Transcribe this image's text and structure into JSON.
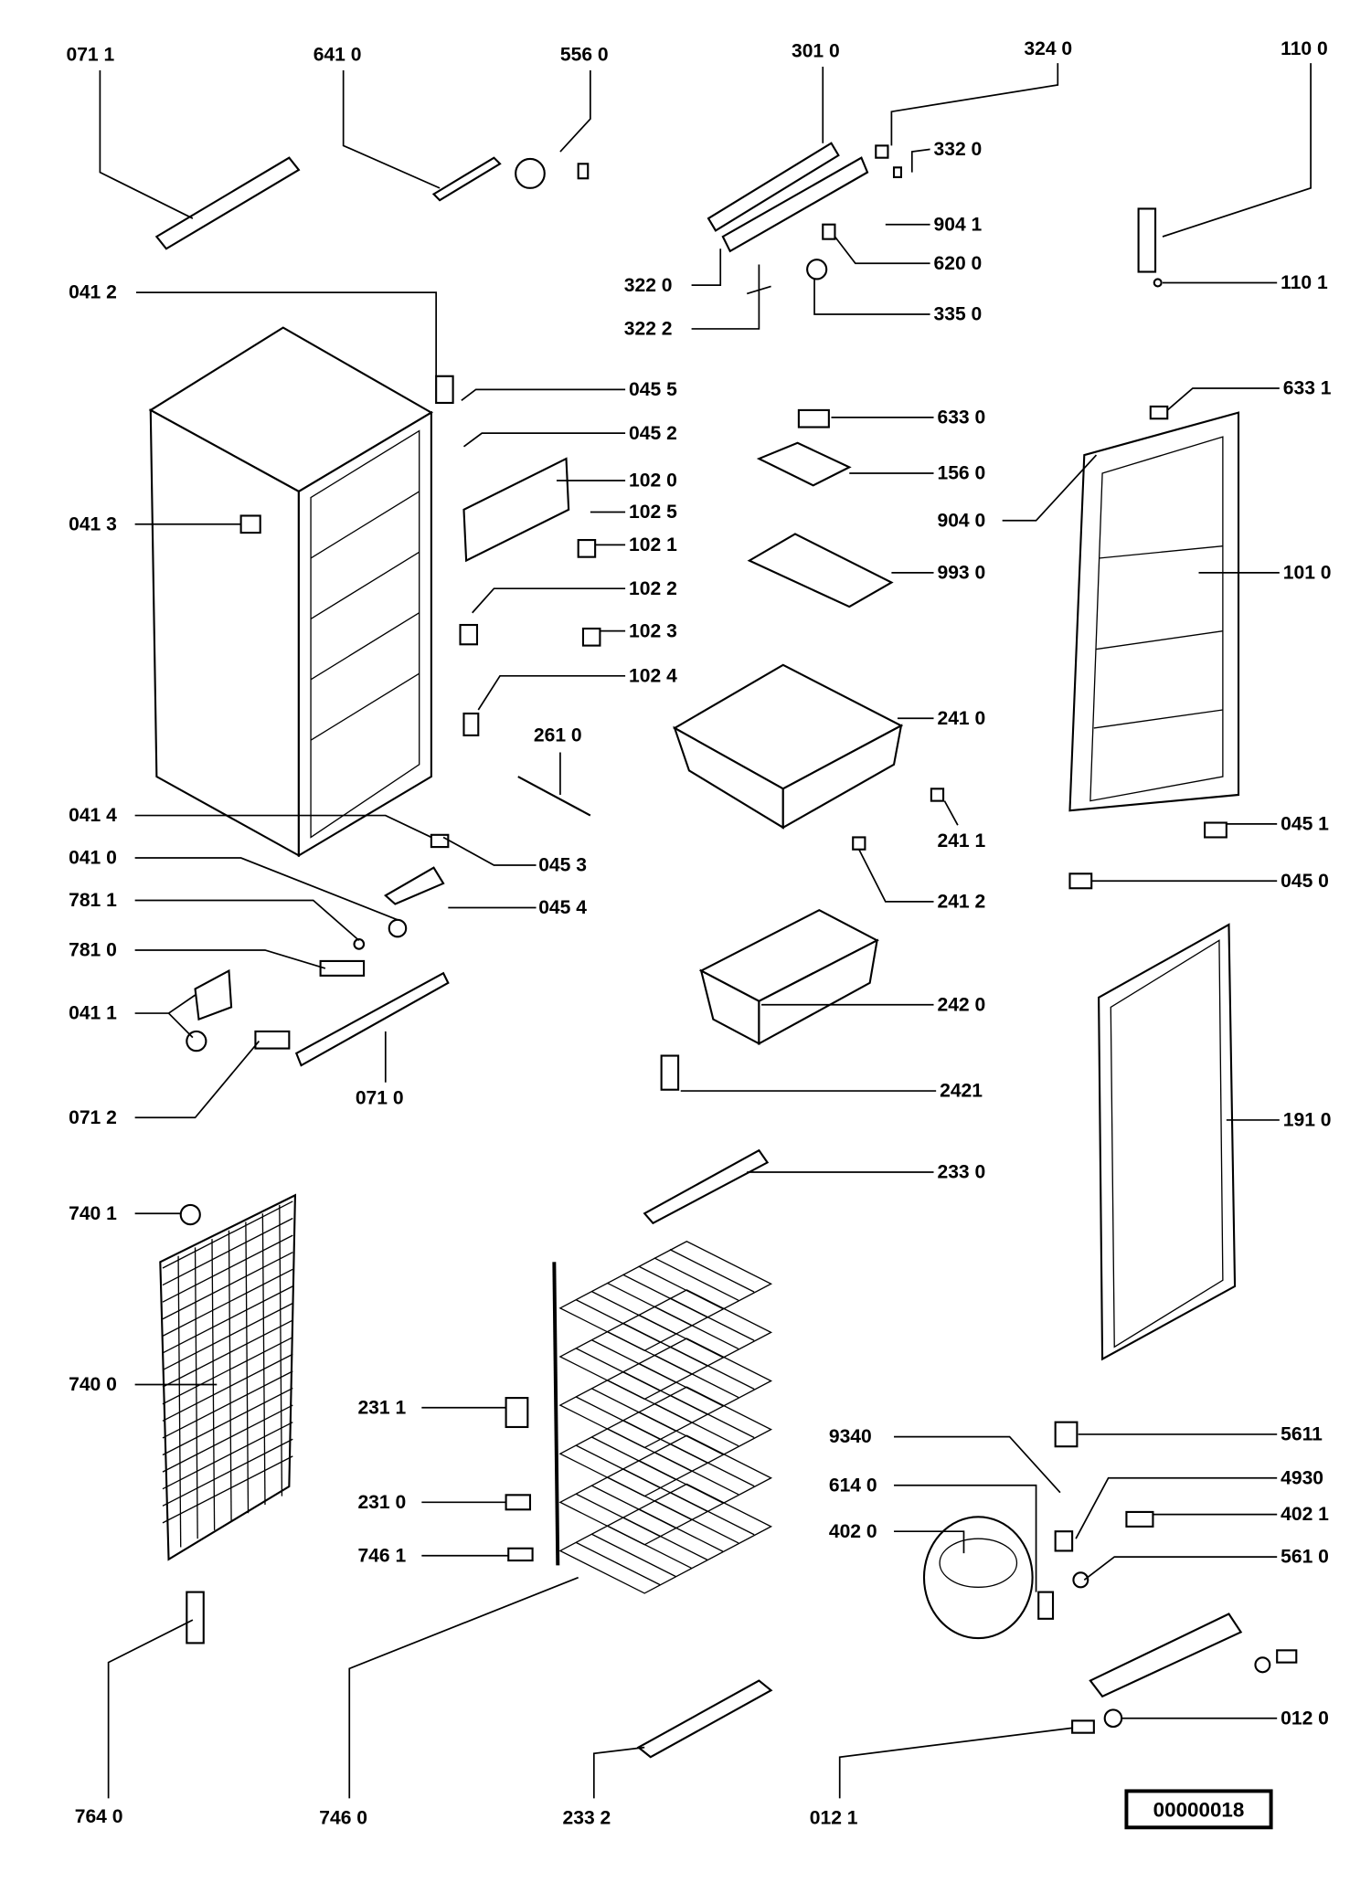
{
  "diagram": {
    "type": "exploded parts diagram (upright freezer)",
    "drawing_id": "00000018",
    "parts": [
      {
        "label": "071 1"
      },
      {
        "label": "641 0"
      },
      {
        "label": "556 0"
      },
      {
        "label": "301 0"
      },
      {
        "label": "324 0"
      },
      {
        "label": "110 0"
      },
      {
        "label": "332 0"
      },
      {
        "label": "904 1"
      },
      {
        "label": "620 0"
      },
      {
        "label": "322 0"
      },
      {
        "label": "110 1"
      },
      {
        "label": "322 2"
      },
      {
        "label": "335 0"
      },
      {
        "label": "041 2"
      },
      {
        "label": "045 5"
      },
      {
        "label": "045 2"
      },
      {
        "label": "102 0"
      },
      {
        "label": "102 5"
      },
      {
        "label": "102 1"
      },
      {
        "label": "102 2"
      },
      {
        "label": "102 3"
      },
      {
        "label": "102 4"
      },
      {
        "label": "041 3"
      },
      {
        "label": "633 0"
      },
      {
        "label": "156 0"
      },
      {
        "label": "904 0"
      },
      {
        "label": "993 0"
      },
      {
        "label": "633 1"
      },
      {
        "label": "101 0"
      },
      {
        "label": "261 0"
      },
      {
        "label": "241 0"
      },
      {
        "label": "241 1"
      },
      {
        "label": "045 1"
      },
      {
        "label": "045 0"
      },
      {
        "label": "241 2"
      },
      {
        "label": "041 4"
      },
      {
        "label": "041 0"
      },
      {
        "label": "045 3"
      },
      {
        "label": "045 4"
      },
      {
        "label": "781 1"
      },
      {
        "label": "781 0"
      },
      {
        "label": "041 1"
      },
      {
        "label": "071 2"
      },
      {
        "label": "071 0"
      },
      {
        "label": "242 0"
      },
      {
        "label": "2421"
      },
      {
        "label": "191 0"
      },
      {
        "label": "233 0"
      },
      {
        "label": "740 1"
      },
      {
        "label": "740 0"
      },
      {
        "label": "231 1"
      },
      {
        "label": "231 0"
      },
      {
        "label": "746 1"
      },
      {
        "label": "9340"
      },
      {
        "label": "614 0"
      },
      {
        "label": "402 0"
      },
      {
        "label": "5611"
      },
      {
        "label": "4930"
      },
      {
        "label": "402 1"
      },
      {
        "label": "561 0"
      },
      {
        "label": "012 0"
      },
      {
        "label": "764 0"
      },
      {
        "label": "746 0"
      },
      {
        "label": "233 2"
      },
      {
        "label": "012 1"
      }
    ]
  }
}
